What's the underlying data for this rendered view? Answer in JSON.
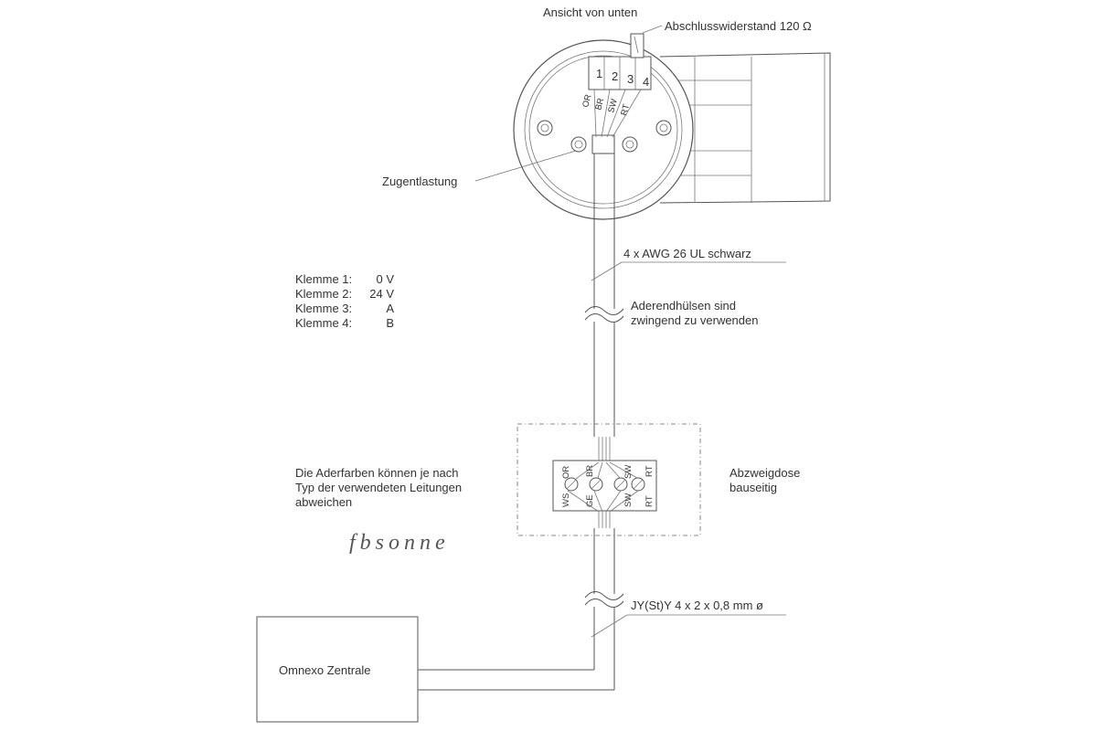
{
  "labels": {
    "view_bottom": "Ansicht von unten",
    "terminating_resistor": "Abschlusswiderstand 120 Ω",
    "strain_relief": "Zugentlastung",
    "cable_awg": "4 x AWG 26 UL schwarz",
    "ferrules_line1": "Aderendhülsen sind",
    "ferrules_line2": "zwingend zu verwenden",
    "junction_line1": "Abzweigdose",
    "junction_line2": "bauseitig",
    "colors_line1": "Die Aderfarben können je nach",
    "colors_line2": "Typ der verwendeten Leitungen",
    "colors_line3": "abweichen",
    "cable_jy": "JY(St)Y 4 x 2 x 0,8 mm ø",
    "central_unit": "Omnexo Zentrale"
  },
  "terminals": [
    {
      "label": "Klemme 1:",
      "value": "0 V"
    },
    {
      "label": "Klemme 2:",
      "value": "24 V"
    },
    {
      "label": "Klemme 3:",
      "value": "A"
    },
    {
      "label": "Klemme 4:",
      "value": "B"
    }
  ],
  "sensor_terminal_numbers": [
    "1",
    "2",
    "3",
    "4"
  ],
  "sensor_wire_colors": [
    "OR",
    "BR",
    "SW",
    "RT"
  ],
  "junction_top_colors": [
    "OR",
    "BR",
    "SW",
    "RT"
  ],
  "junction_bottom_colors": [
    "WS",
    "GE",
    "SW",
    "RT"
  ],
  "watermark": "fbsonne"
}
